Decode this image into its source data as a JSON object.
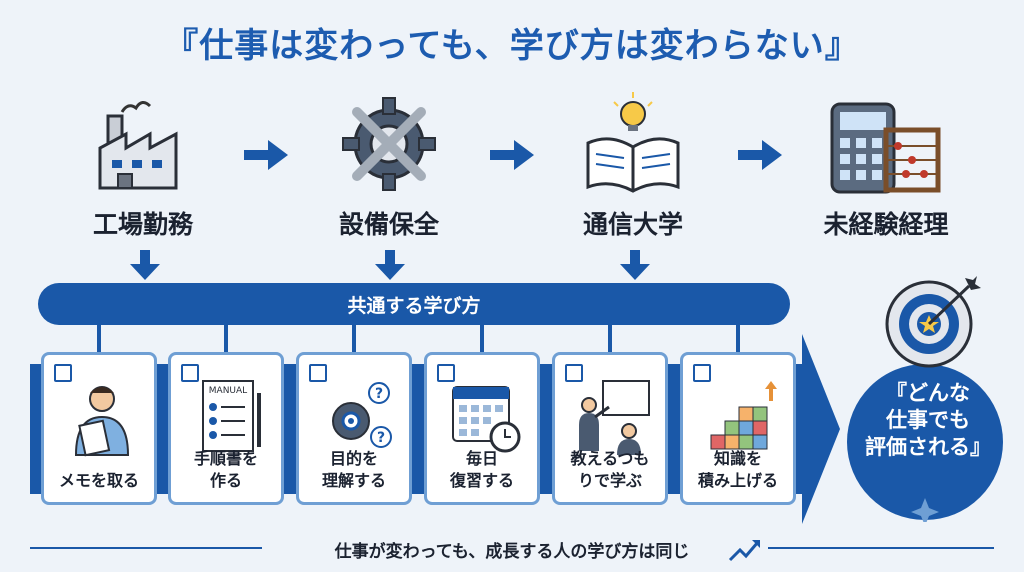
{
  "title": "『仕事は変わっても、学び方は変わらない』",
  "steps": [
    {
      "label": "工場勤務",
      "icon": "factory-icon"
    },
    {
      "label": "設備保全",
      "icon": "wrench-gear-icon"
    },
    {
      "label": "通信大学",
      "icon": "book-lightbulb-icon"
    },
    {
      "label": "未経験経理",
      "icon": "calculator-abacus-icon"
    }
  ],
  "common_bar": {
    "label": "共通する学び方"
  },
  "methods": [
    {
      "line1": "メモを取る",
      "line2": "",
      "icon": "person-taking-notes-icon"
    },
    {
      "line1": "手順書を",
      "line2": "作る",
      "icon": "manual-checklist-icon"
    },
    {
      "line1": "目的を",
      "line2": "理解する",
      "icon": "gear-target-question-icon"
    },
    {
      "line1": "毎日",
      "line2": "復習する",
      "icon": "calendar-clock-icon"
    },
    {
      "line1": "教えるつも",
      "line2": "りで学ぶ",
      "icon": "teacher-whiteboard-icon"
    },
    {
      "line1": "知識を",
      "line2": "積み上げる",
      "icon": "stacked-blocks-icon"
    }
  ],
  "manual_icon_text": "MANUAL",
  "goal": {
    "line1": "『どんな",
    "line2": "仕事でも",
    "line3": "評価される』",
    "icon": "target-star-icon"
  },
  "footer": "仕事が変わっても、成長する人の学び方は同じ",
  "colors": {
    "primary": "#1a58a8",
    "title": "#1d5cb0",
    "card_border": "#6f9fd4",
    "background": "#eef3f9"
  }
}
